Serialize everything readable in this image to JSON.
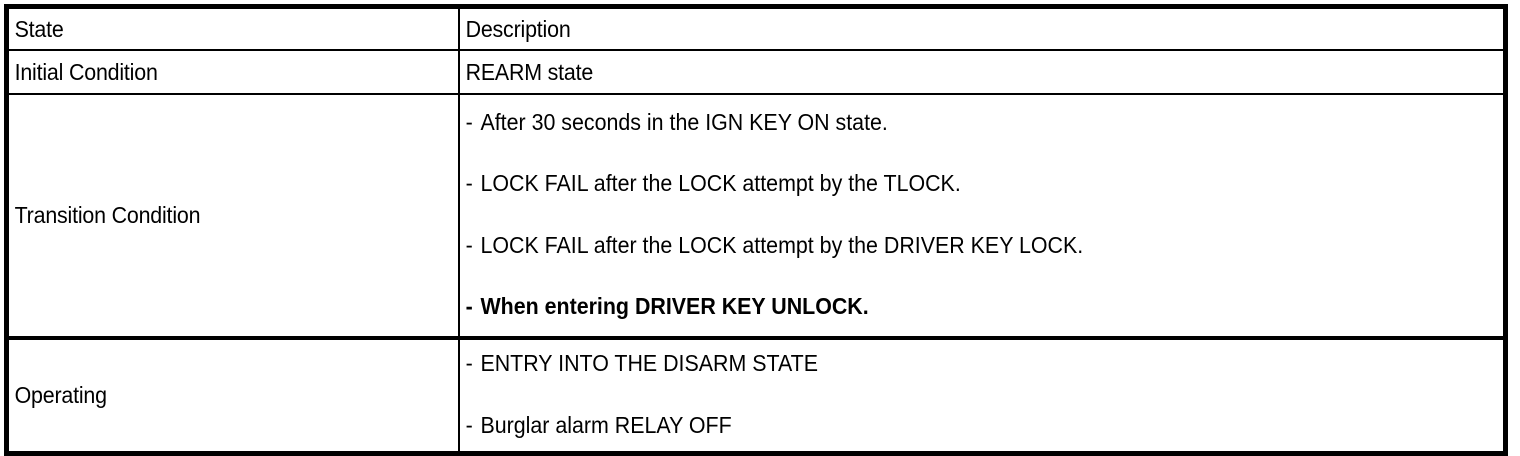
{
  "table": {
    "headers": {
      "state": "State",
      "description": "Description"
    },
    "rows": [
      {
        "state": "Initial Condition",
        "description_lines": [
          {
            "dash": "",
            "text": "REARM state"
          }
        ]
      },
      {
        "state": "Transition Condition",
        "description_lines": [
          {
            "dash": "-",
            "text": "After 30 seconds in the IGN KEY ON state."
          },
          {
            "dash": "-",
            "text": "LOCK FAIL after the LOCK attempt by the TLOCK."
          },
          {
            "dash": "-",
            "text": "LOCK FAIL after the LOCK attempt by the DRIVER KEY LOCK."
          },
          {
            "dash": "-",
            "text": "When entering DRIVER KEY UNLOCK."
          }
        ]
      },
      {
        "state": "Operating",
        "description_lines": [
          {
            "dash": "-",
            "text": "ENTRY INTO THE DISARM STATE"
          },
          {
            "dash": "-",
            "text": "Burglar alarm RELAY OFF"
          }
        ]
      }
    ]
  },
  "colors": {
    "border": "#000000",
    "background": "#ffffff",
    "text": "#000000"
  }
}
